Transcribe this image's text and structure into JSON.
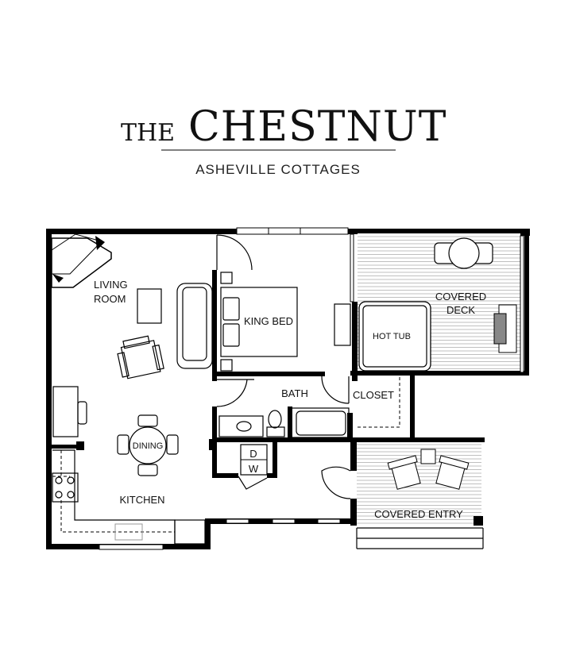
{
  "header": {
    "title_prefix": "THE",
    "title_main": "CHESTNUT",
    "subtitle": "ASHEVILLE COTTAGES"
  },
  "rooms": {
    "living_room_line1": "LIVING",
    "living_room_line2": "ROOM",
    "king_bed": "KING BED",
    "bath": "BATH",
    "closet": "CLOSET",
    "dining": "DINING",
    "kitchen": "KITCHEN",
    "dryer": "D",
    "washer": "W",
    "hot_tub": "HOT TUB",
    "covered_deck_line1": "COVERED",
    "covered_deck_line2": "DECK",
    "covered_entry": "COVERED ENTRY"
  }
}
